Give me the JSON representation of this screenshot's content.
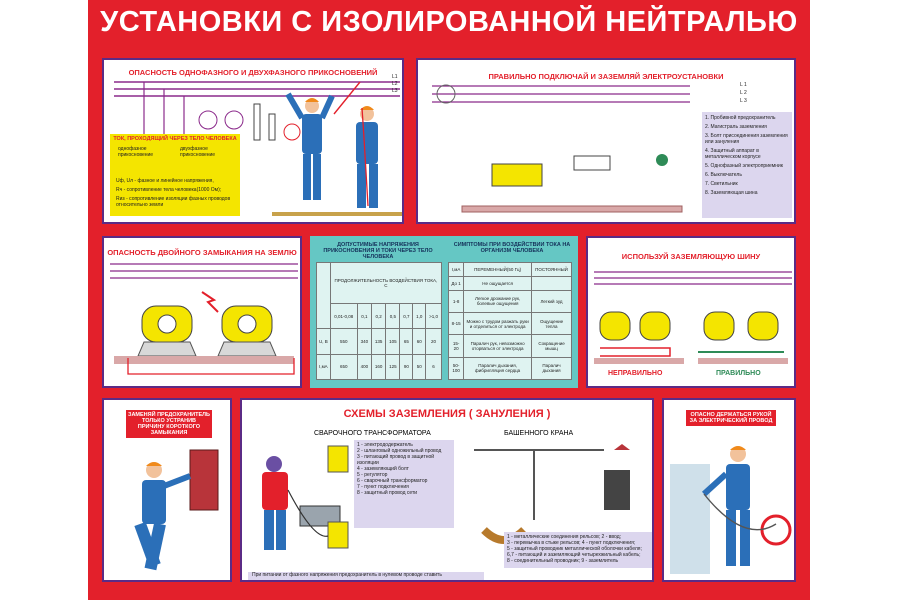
{
  "poster": {
    "title": "УСТАНОВКИ С ИЗОЛИРОВАННОЙ НЕЙТРАЛЬЮ",
    "colors": {
      "background": "#e3202b",
      "frame": "#5b2b86",
      "accent_yellow": "#f4e500",
      "teal": "#65c7c4",
      "figure_blue": "#2b6fb8"
    }
  },
  "panel1": {
    "title": "ОПАСНОСТЬ ОДНОФАЗНОГО И ДВУХФАЗНОГО ПРИКОСНОВЕНИЙ",
    "box_title": "ТОК, ПРОХОДЯЩИЙ ЧЕРЕЗ ТЕЛО ЧЕЛОВЕКА",
    "col1": "однофазное прикосновение",
    "col2": "двухфазное прикосновение",
    "legend1": "Uф, Uл - фазное и линейное напряжения,",
    "legend2": "Rч - сопротивление тела человека(1000 Ом);",
    "legend3": "Rиз - сопротивление изоляции фазных проводов относительно земли",
    "phase_labels": [
      "L1",
      "L2",
      "L3"
    ]
  },
  "panel2": {
    "title": "ПРАВИЛЬНО ПОДКЛЮЧАЙ И ЗАЗЕМЛЯЙ ЭЛЕКТРОУСТАНОВКИ",
    "phase_labels": [
      "L 1",
      "L 2",
      "L 3"
    ],
    "legend": [
      "1. Пробивной предохранитель",
      "2. Магистраль заземления",
      "3. Болт присоединения заземления или зануления",
      "4. Защитный аппарат в металлическом корпусе",
      "5. Однофазный электроприемник",
      "6. Выключатель",
      "7. Светильник",
      "8. Заземляющая шина"
    ]
  },
  "panel3": {
    "title": "ОПАСНОСТЬ ДВОЙНОГО ЗАМЫКАНИЯ НА ЗЕМЛЮ"
  },
  "panel4": {
    "title_left": "ДОПУСТИМЫЕ НАПРЯЖЕНИЯ ПРИКОСНОВЕНИЯ И ТОКИ ЧЕРЕЗ ТЕЛО ЧЕЛОВЕКА",
    "title_right": "СИМПТОМЫ ПРИ ВОЗДЕЙСТВИИ ТОКА НА ОРГАНИЗМ ЧЕЛОВЕКА",
    "duration_header": "ПРОДОЛЖИТЕЛЬНОСТЬ ВОЗДЕЙСТВИЯ ТОКА, С",
    "durations": [
      "0,01-0,08",
      "0,1",
      "0,2",
      "0,5",
      "0,7",
      "1,0",
      ">1,0"
    ],
    "u_label": "U, В",
    "u_values": [
      "550",
      "340",
      "135",
      "105",
      "65",
      "60",
      "20"
    ],
    "i_label": "I,мА",
    "i_values": [
      "650",
      "400",
      "160",
      "125",
      "90",
      "50",
      "6"
    ],
    "symptom_headers": [
      "I,мА",
      "ПЕРЕМЕННЫЙ(50 Гц)",
      "ПОСТОЯННЫЙ"
    ],
    "symptom_rows": [
      [
        "До 1",
        "Не ощущается",
        ""
      ],
      [
        "1-8",
        "Легкое дрожание рук, болевые ощущения",
        "Легкий зуд"
      ],
      [
        "8-15",
        "Можно с трудом разжать руки и отделиться от электрода",
        "Ощущение тепла"
      ],
      [
        "15-20",
        "Паралич рук, невозможно оторваться от электрода",
        "Сокращение мышц"
      ],
      [
        "50-100",
        "Паралич дыхания, фибрилляция сердца",
        "Паралич дыхания"
      ]
    ]
  },
  "panel5": {
    "title": "ИСПОЛЬЗУЙ ЗАЗЕМЛЯЮЩУЮ ШИНУ",
    "wrong": "НЕПРАВИЛЬНО",
    "right": "ПРАВИЛЬНО"
  },
  "panel6": {
    "label": "ЗАМЕНЯЙ ПРЕДОХРАНИТЕЛЬ ТОЛЬКО УСТРАНИВ ПРИЧИНУ КОРОТКОГО ЗАМЫКАНИЯ"
  },
  "panel7": {
    "title": "СХЕМЫ ЗАЗЕМЛЕНИЯ ( ЗАНУЛЕНИЯ )",
    "sub1": "СВАРОЧНОГО ТРАНСФОРМАТОРА",
    "sub2": "БАШЕННОГО КРАНА",
    "weld_legend": [
      "1 - электрододержатель",
      "2 - шланговый одножильный провод",
      "3 - питающий провод в защитной изоляции",
      "4 - заземляющий болт",
      "5 - регулятор",
      "6 - сварочный трансформатор",
      "7 - пункт подключения",
      "8 - защитный провод сети"
    ],
    "crane_legend": [
      "1 - металлические соединения рельсов; 2 - ввод;",
      "3 - перемычка в стыке рельсов; 4 - пункт подключения;",
      "5 - защитный проводник металлической оболочки кабеля;",
      "6,7 - питающий и заземляющий четырехжильный кабель;",
      "8 - соединительный проводник; 9 - заземлитель"
    ],
    "note": "При питании от фазного напряжения предохранитель в нулевом проводе ставить"
  },
  "panel8": {
    "label": "ОПАСНО ДЕРЖАТЬСЯ РУКОЙ ЗА ЭЛЕКТРИЧЕСКИЙ ПРОВОД"
  }
}
